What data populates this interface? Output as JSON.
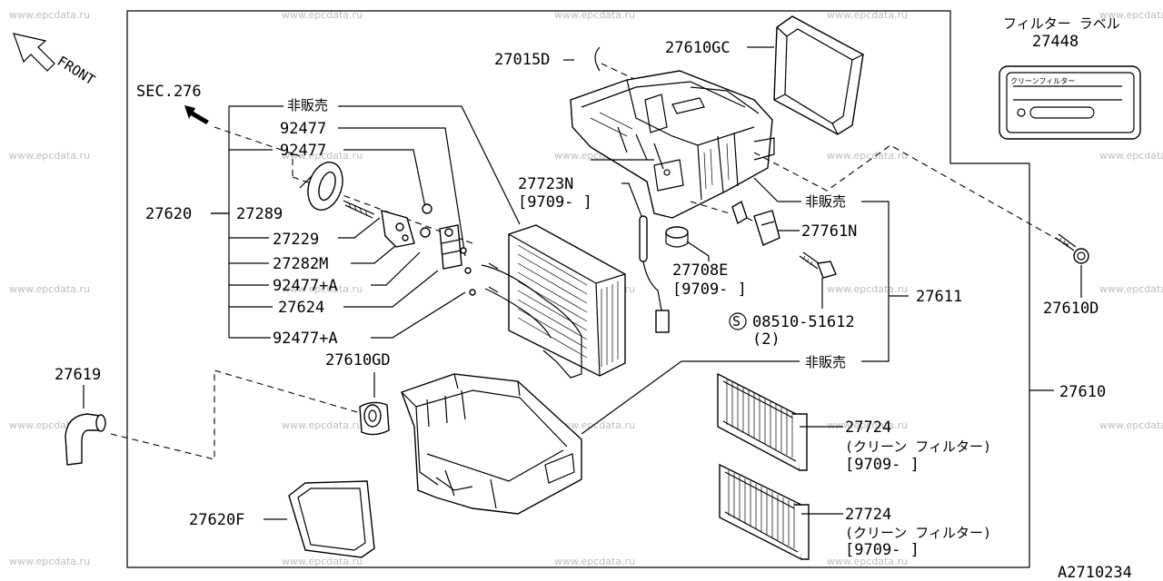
{
  "diagram_id": "A2710234",
  "direction": "FRONT",
  "section_ref": "SEC.276",
  "not_sold_label": "非販売",
  "watermark": "www.epcdata.ru",
  "filter_label_title": "フィルター ラベル",
  "filter_label_card_text": "クリーンフィルター",
  "parts": {
    "p27620": "27620",
    "p27289": "27289",
    "p92477a": "92477",
    "p92477b": "92477",
    "p27229": "27229",
    "p27282m": "27282M",
    "p92477pa1": "92477+A",
    "p27624": "27624",
    "p92477pa2": "92477+A",
    "p27619": "27619",
    "p27610gd": "27610GD",
    "p27620f": "27620F",
    "p27015d": "27015D",
    "p27610gc": "27610GC",
    "p27448": "27448",
    "p27723n": "27723N",
    "p27723n_date": "[9709-  ]",
    "p27761n": "27761N",
    "p27708e": "27708E",
    "p27708e_date": "[9709-  ]",
    "p08510": "08510-51612",
    "p08510_qty": "(2)",
    "p27611": "27611",
    "p27610d": "27610D",
    "p27610": "27610",
    "p27724a": "27724",
    "p27724a_name": "(クリーン フィルター)",
    "p27724a_date": "[9709-    ]",
    "p27724b": "27724",
    "p27724b_name": "(クリーン フィルター)",
    "p27724b_date": "[9709-    ]"
  }
}
